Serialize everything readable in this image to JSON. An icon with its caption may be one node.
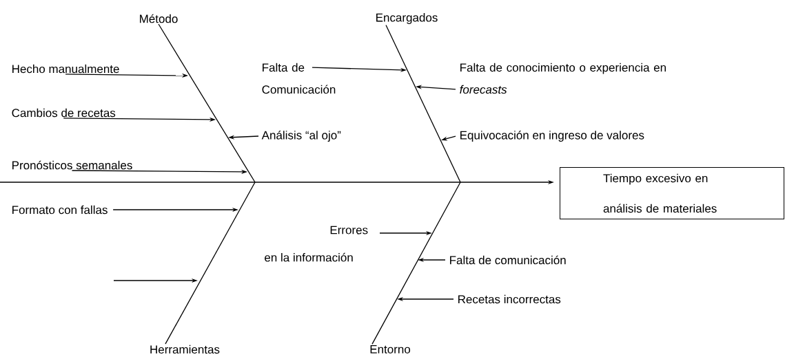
{
  "diagram": {
    "nodes": [
      {
        "text": [
          "Método"
        ]
      },
      {
        "text": [
          "Encargados"
        ]
      },
      {
        "text": [
          "Herramientas"
        ]
      },
      {
        "text": [
          "Entorno"
        ]
      },
      {
        "text": [
          "Tiempo excesivo en análisis de materiales"
        ]
      },
      {
        "text": [
          "Hecho manualmente"
        ]
      },
      {
        "text": [
          "Cambios de recetas"
        ]
      },
      {
        "text": [
          "Análisis “al ojo”"
        ]
      },
      {
        "text": [
          "Pronósticos semanales"
        ]
      },
      {
        "text": [
          "Falta de Comunicación"
        ]
      },
      {
        "text": [
          "Falta de conocimiento o experiencia en *forecasts*"
        ]
      },
      {
        "text": [
          "Equivocación en ingreso de valores"
        ]
      },
      {
        "text": [
          "Formato con fallas"
        ]
      },
      {
        "text": [
          "Errores en la información"
        ]
      },
      {
        "text": [
          "Falta de comunicación"
        ]
      },
      {
        "text": [
          "Recetas incorrectas"
        ]
      }
    ],
    "edges": [
      {
        "from": 0,
        "to": null,
        "arrow": "none"
      },
      {
        "from": 1,
        "to": null,
        "arrow": "none"
      },
      {
        "from": 2,
        "to": null,
        "arrow": "none"
      },
      {
        "from": 3,
        "to": null,
        "arrow": "none"
      },
      {
        "from": null,
        "to": 4,
        "arrow": "to"
      },
      {
        "from": 5,
        "to": null,
        "arrow": "to"
      },
      {
        "from": 6,
        "to": null,
        "arrow": "to"
      },
      {
        "from": 7,
        "to": null,
        "arrow": "to"
      },
      {
        "from": 8,
        "to": null,
        "arrow": "to"
      },
      {
        "from": 9,
        "to": null,
        "arrow": "to"
      },
      {
        "from": 10,
        "to": null,
        "arrow": "to"
      },
      {
        "from": 11,
        "to": null,
        "arrow": "to"
      },
      {
        "from": 12,
        "to": null,
        "arrow": "to"
      },
      {
        "from": 13,
        "to": null,
        "arrow": "to"
      },
      {
        "from": 14,
        "to": null,
        "arrow": "to"
      },
      {
        "from": 15,
        "to": null,
        "arrow": "to"
      }
    ]
  }
}
